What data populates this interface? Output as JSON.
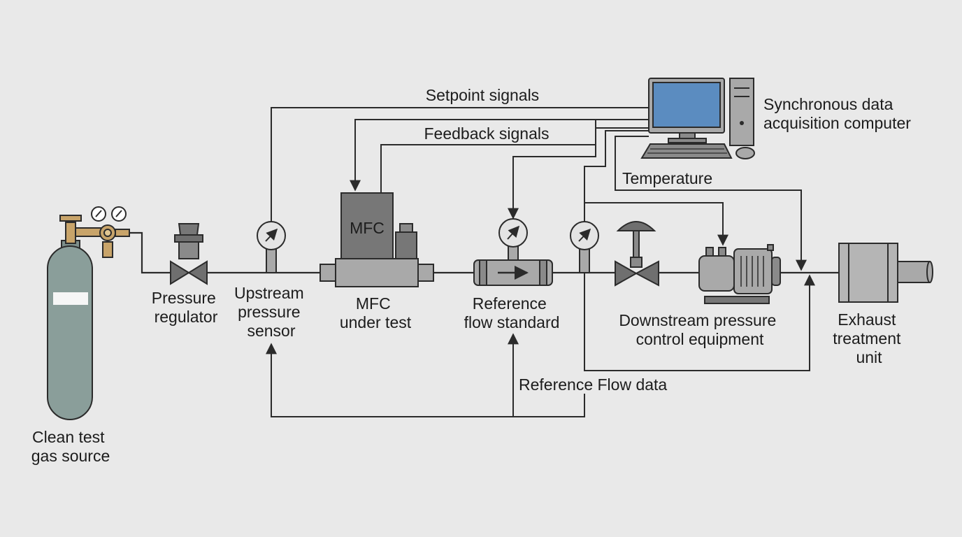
{
  "labels": {
    "gas_source": [
      "Clean test",
      "gas source"
    ],
    "pressure_regulator": [
      "Pressure",
      "regulator"
    ],
    "upstream_sensor": [
      "Upstream",
      "pressure",
      "sensor"
    ],
    "mfc_body": "MFC",
    "mfc_under_test": [
      "MFC",
      "under test"
    ],
    "reference_standard": [
      "Reference",
      "flow standard"
    ],
    "downstream_equipment": [
      "Downstream pressure",
      "control equipment"
    ],
    "exhaust_unit": [
      "Exhaust",
      "treatment",
      "unit"
    ],
    "computer": [
      "Synchronous data",
      "acquisition computer"
    ],
    "setpoint_signals": "Setpoint signals",
    "feedback_signals": "Feedback signals",
    "temperature": "Temperature",
    "reference_flow_data": "Reference Flow data"
  },
  "colors": {
    "background": "#e9e9e9",
    "cylinder": "#8a9e9a",
    "device_gray": "#a9a9a9",
    "dark_gray": "#6f6f6f",
    "screen_blue": "#5b8cc0",
    "brass": "#c8a46a",
    "line": "#2b2b2b"
  }
}
